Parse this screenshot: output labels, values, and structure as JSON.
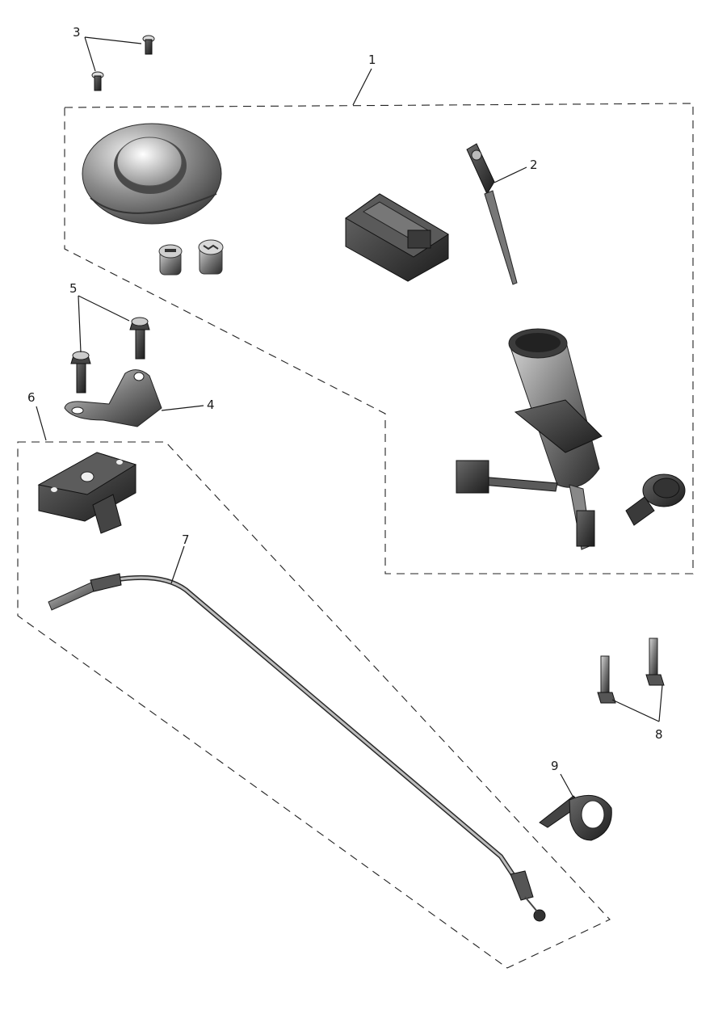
{
  "callouts": {
    "c1": "1",
    "c2": "2",
    "c3": "3",
    "c4": "4",
    "c5": "5",
    "c6": "6",
    "c7": "7",
    "c8": "8",
    "c9": "9"
  },
  "colors": {
    "part_dark": "#2b2b2b",
    "part_mid": "#6e6e6e",
    "part_light": "#b9b9b9",
    "line": "#1a1a1a"
  }
}
